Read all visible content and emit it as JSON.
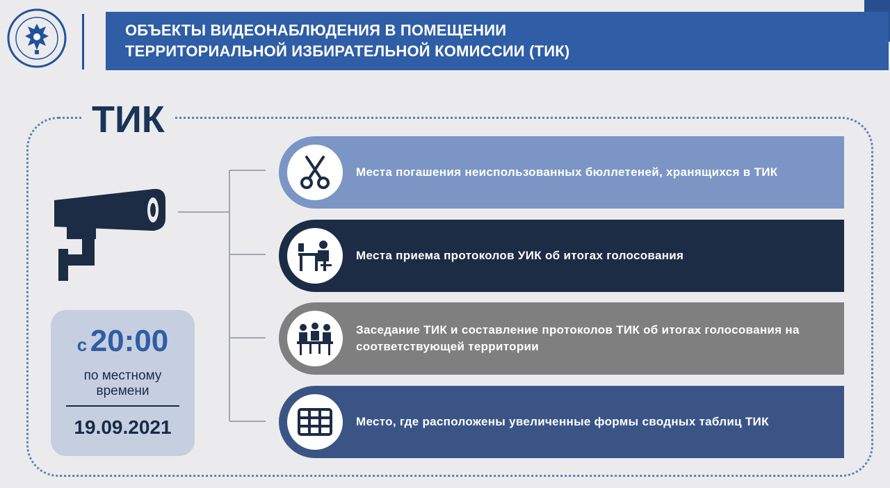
{
  "header": {
    "title_line1": "ОБЪЕКТЫ ВИДЕОНАБЛЮДЕНИЯ В ПОМЕЩЕНИИ",
    "title_line2": "ТЕРРИТОРИАЛЬНОЙ ИЗБИРАТЕЛЬНОЙ КОМИССИИ (ТИК)",
    "emblem_icon": "coat-of-arms-icon"
  },
  "section_label": "ТИК",
  "time_card": {
    "prefix": "с",
    "time": "20:00",
    "note_line1": "по местному",
    "note_line2": "времени",
    "date": "19.09.2021"
  },
  "items": [
    {
      "text": "Места погашения неиспользованных бюллетеней, хранящихся в ТИК",
      "icon": "scissors-icon",
      "color": "#7b96c4"
    },
    {
      "text": "Места приема протоколов УИК об итогах голосования",
      "icon": "desk-worker-icon",
      "color": "#1c2c44"
    },
    {
      "text": "Заседание ТИК и составление протоколов ТИК об итогах голосования на соответствующей территории",
      "icon": "meeting-icon",
      "color": "#7f7f7f"
    },
    {
      "text": "Место, где расположены увеличенные формы сводных таблиц ТИК",
      "icon": "table-grid-icon",
      "color": "#3a5585"
    }
  ],
  "colors": {
    "header_blue": "#2f5da6",
    "label_navy": "#1a3357",
    "card_bg": "#c5cfe0"
  }
}
